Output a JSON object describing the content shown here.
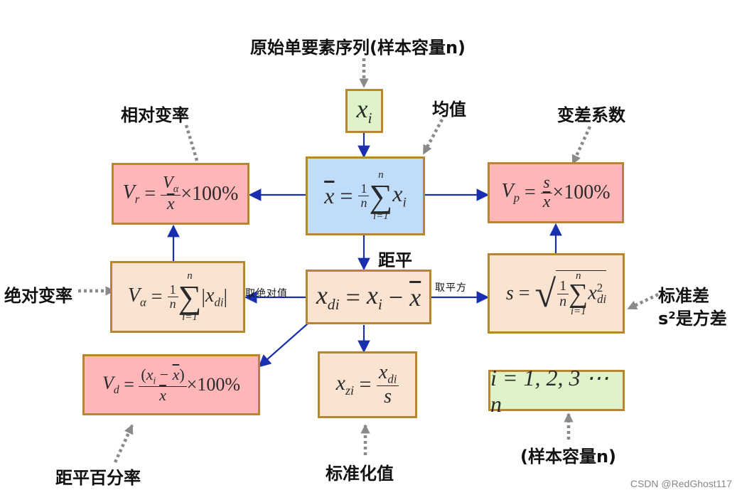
{
  "labels": {
    "source_series": "原始单要素序列(样本容量n)",
    "mean": "均值",
    "relative_variability": "相对变率",
    "coefficient_of_variation": "变差系数",
    "deviation": "距平",
    "absolute_variability": "绝对变率",
    "standard_deviation": "标准差",
    "variance_note": "s²是方差",
    "deviation_percentage": "距平百分率",
    "standardized_value": "标准化值",
    "sample_size": "(样本容量n)"
  },
  "edges": {
    "abs": "取绝对值",
    "square": "取平方"
  },
  "formula_text": {
    "times100": "×100%",
    "one": "1",
    "n": "n",
    "i_eq_1": "i=1",
    "s": "s",
    "index_range": "i = 1, 2, 3 ⋯ n"
  },
  "watermark": "CSDN @RedGhost117",
  "colors": {
    "arrow_blue": "#1a2fb0",
    "dotted_gray": "#8a8a8a",
    "box_border": "#b8862f",
    "pink_fill": "#ffb6b9",
    "blue_fill": "#bfdcfb",
    "beige_fill": "#fbe3d2",
    "green_fill": "#dff3c9"
  }
}
